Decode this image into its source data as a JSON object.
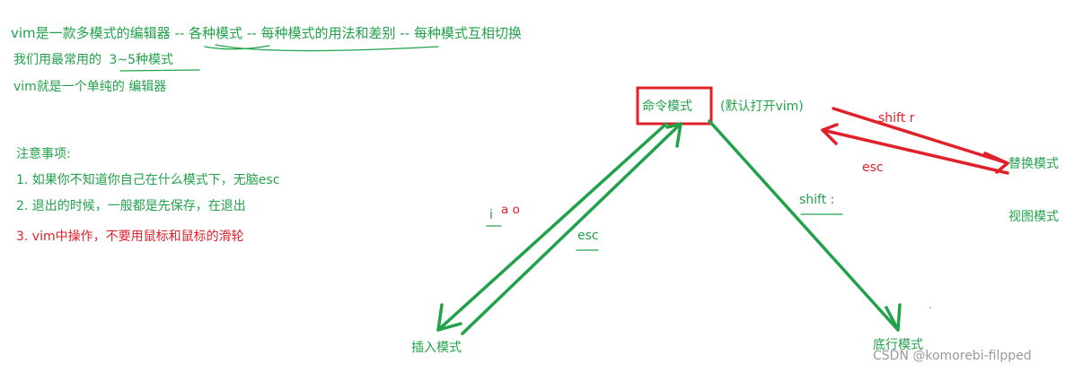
{
  "intro": {
    "line1_parts": [
      "vim是一款多模式的编辑器",
      " -- ",
      "各种模式",
      " -- ",
      "每种模式的用法和差别",
      " -- ",
      "每种模式互相切换"
    ],
    "line2_prefix": "我们用最常用的",
    "line2_highlight": "3~5种模式",
    "line3": "vim就是一个单纯的 编辑器"
  },
  "notes": {
    "title": "注意事项:",
    "items": [
      "1. 如果你不知道你自己在什么模式下，无脑esc",
      "2. 退出的时候，一般都是先保存，在退出",
      "3. vim中操作，不要用鼠标和鼠标的滑轮"
    ]
  },
  "nodes": {
    "command_mode": "命令模式",
    "command_default": "(默认打开vim)",
    "insert_mode": "插入模式",
    "lastline_mode": "底行模式",
    "replace_mode": "替换模式",
    "visual_mode": "视图模式"
  },
  "edges": {
    "to_insert_i": "i",
    "to_insert_ao": "a o",
    "insert_to_command": "esc",
    "to_lastline": "shift  :",
    "to_replace": "shift r",
    "replace_to_command": "esc"
  },
  "colors": {
    "green": "#21a24a",
    "red": "#e0212a"
  },
  "watermark": "CSDN @komorebi-filpped"
}
